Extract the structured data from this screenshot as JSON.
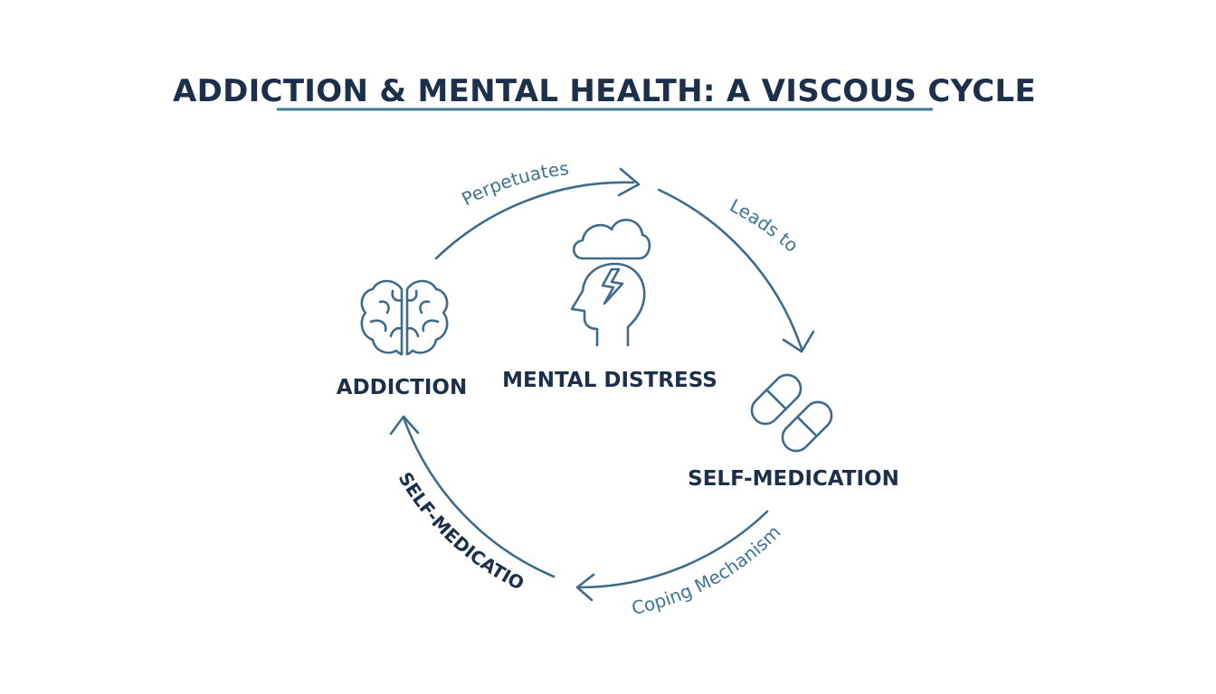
{
  "title": "ADDICTION & MENTAL HEALTH: A VISCOUS CYCLE",
  "nodes": {
    "addiction": {
      "label": "ADDICTION",
      "icon": "brain-icon"
    },
    "mental_distress": {
      "label": "MENTAL DISTRESS",
      "icon": "head-storm-icon"
    },
    "self_medication": {
      "label": "SELF-MEDICATION",
      "icon": "pills-icon"
    }
  },
  "arcs": {
    "top": "Perpetuates",
    "right": "Leads to",
    "bottom": "Coping Mechanism",
    "left": "SELF-MEDICATION"
  },
  "colors": {
    "accent": "#3d6b8c",
    "text": "#1c2f4b",
    "underline": "#3d7a8f"
  }
}
